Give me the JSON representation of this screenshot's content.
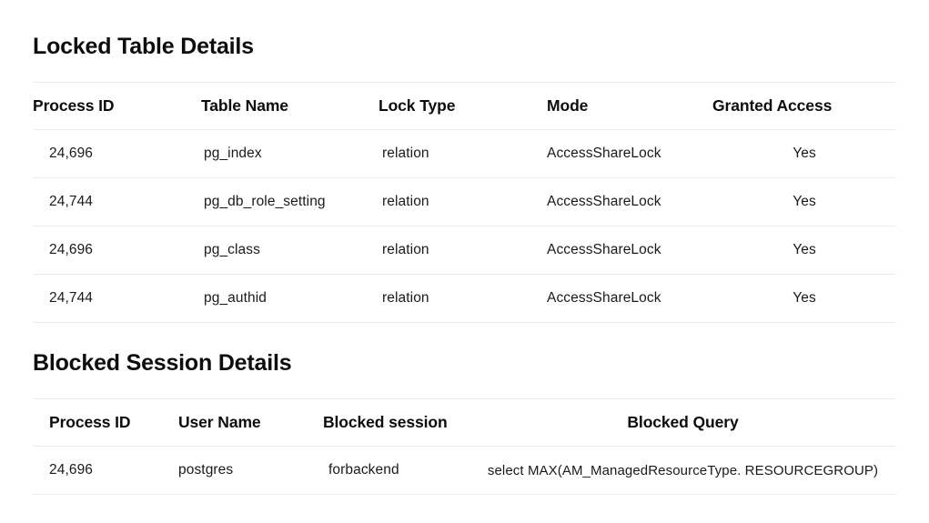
{
  "sections": {
    "locked": {
      "title": "Locked Table Details",
      "columns": [
        "Process ID",
        "Table Name",
        "Lock Type",
        "Mode",
        "Granted Access"
      ],
      "rows": [
        {
          "process_id": "24,696",
          "table_name": "pg_index",
          "lock_type": "relation",
          "mode": "AccessShareLock",
          "granted_access": "Yes"
        },
        {
          "process_id": "24,744",
          "table_name": "pg_db_role_setting",
          "lock_type": "relation",
          "mode": "AccessShareLock",
          "granted_access": "Yes"
        },
        {
          "process_id": "24,696",
          "table_name": "pg_class",
          "lock_type": "relation",
          "mode": "AccessShareLock",
          "granted_access": "Yes"
        },
        {
          "process_id": "24,744",
          "table_name": "pg_authid",
          "lock_type": "relation",
          "mode": "AccessShareLock",
          "granted_access": "Yes"
        }
      ]
    },
    "blocked": {
      "title": "Blocked Session Details",
      "columns": [
        "Process ID",
        "User Name",
        "Blocked session",
        "Blocked Query"
      ],
      "rows": [
        {
          "process_id": "24,696",
          "user_name": "postgres",
          "blocked_session": "forbackend",
          "blocked_query": "select MAX(AM_ManagedResourceType. RESOURCEGROUP)"
        }
      ]
    }
  },
  "colors": {
    "background": "#ffffff",
    "text": "#111111",
    "rule": "#ebebeb"
  }
}
